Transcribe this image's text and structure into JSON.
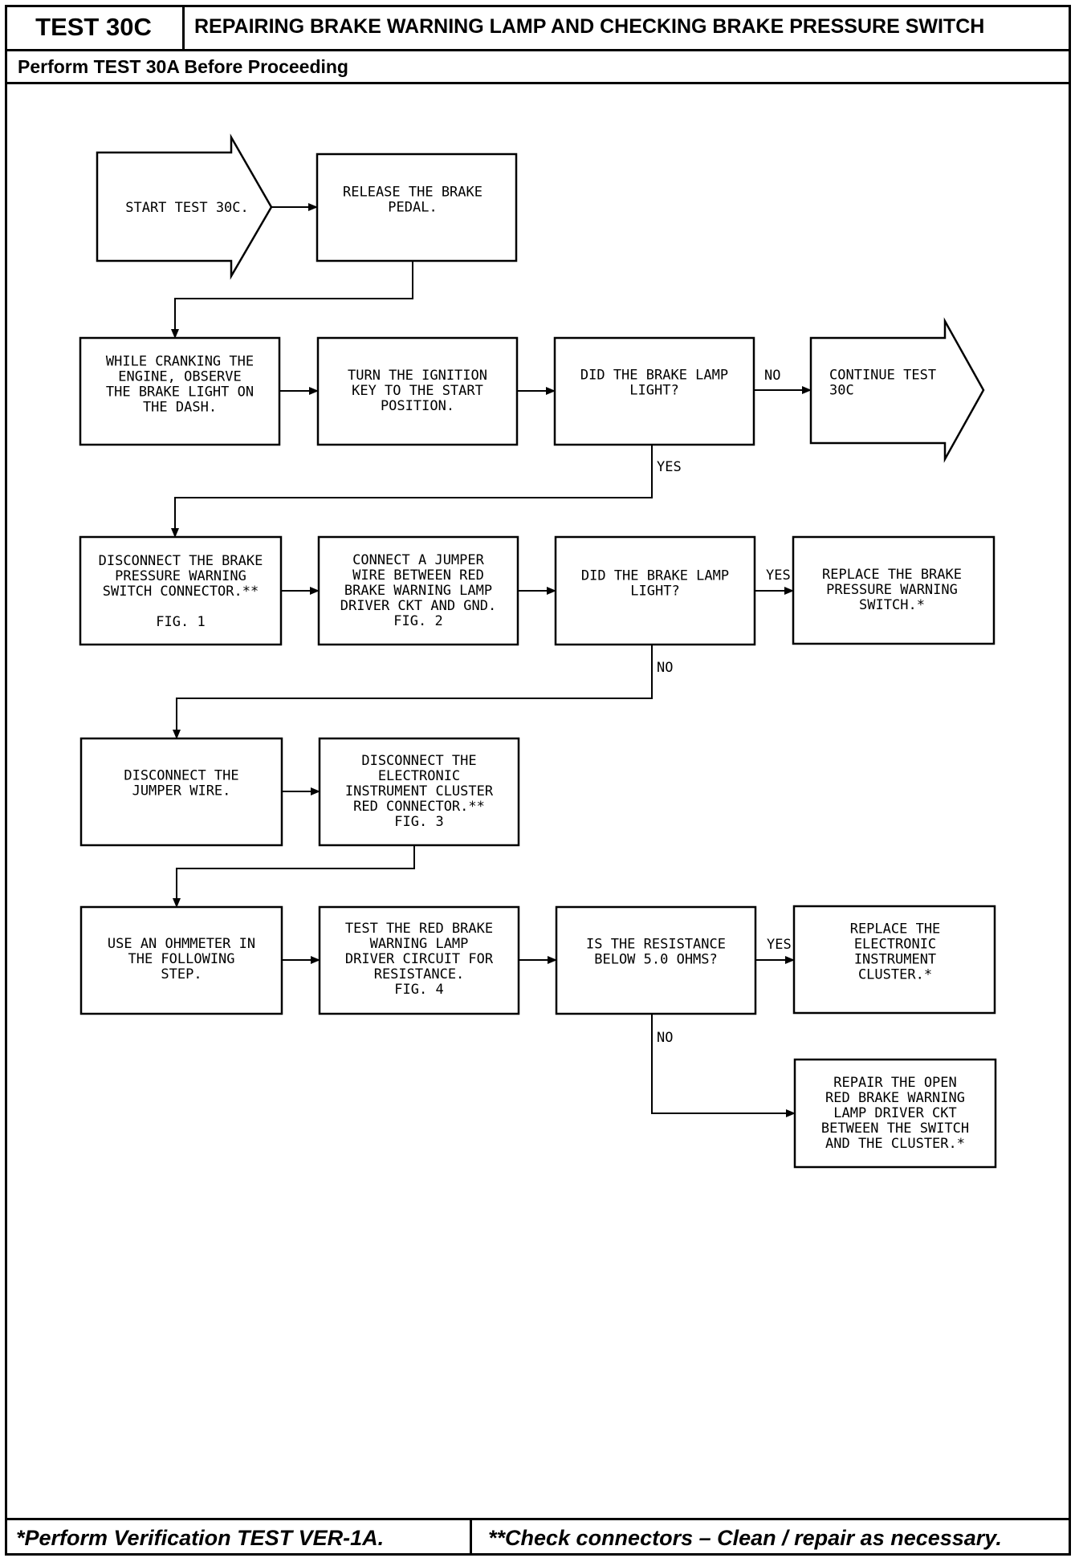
{
  "header": {
    "test_id": "TEST 30C",
    "title": "REPAIRING BRAKE WARNING LAMP AND CHECKING BRAKE PRESSURE SWITCH",
    "prerequisite": "Perform TEST 30A Before Proceeding"
  },
  "flowchart": {
    "nodes": {
      "start": [
        "START TEST 30C."
      ],
      "release": [
        "RELEASE THE BRAKE",
        "PEDAL."
      ],
      "crank": [
        "WHILE CRANKING THE",
        "ENGINE, OBSERVE",
        "THE BRAKE LIGHT ON",
        "THE DASH."
      ],
      "ignition": [
        "TURN THE IGNITION",
        "KEY TO THE START",
        "POSITION."
      ],
      "decision1": [
        "DID THE BRAKE LAMP",
        "LIGHT?"
      ],
      "continue": [
        "CONTINUE TEST",
        "30C"
      ],
      "disconnect_switch": [
        "DISCONNECT THE BRAKE",
        "PRESSURE WARNING",
        "SWITCH CONNECTOR.**",
        "",
        "FIG. 1"
      ],
      "jumper": [
        "CONNECT A JUMPER",
        "WIRE BETWEEN RED",
        "BRAKE WARNING LAMP",
        "DRIVER CKT AND GND.",
        "FIG. 2"
      ],
      "decision2": [
        "DID THE BRAKE LAMP",
        "LIGHT?"
      ],
      "replace_switch": [
        "REPLACE THE BRAKE",
        "PRESSURE WARNING",
        "SWITCH.*"
      ],
      "disconnect_jumper": [
        "DISCONNECT THE",
        "JUMPER WIRE."
      ],
      "disconnect_cluster": [
        "DISCONNECT THE",
        "ELECTRONIC",
        "INSTRUMENT CLUSTER",
        "RED CONNECTOR.**",
        "FIG. 3"
      ],
      "ohmmeter": [
        "USE AN OHMMETER IN",
        "THE FOLLOWING",
        "STEP."
      ],
      "test_circuit": [
        "TEST THE RED BRAKE",
        "WARNING LAMP",
        "DRIVER CIRCUIT FOR",
        "RESISTANCE.",
        "FIG. 4"
      ],
      "decision3": [
        "IS THE RESISTANCE",
        "BELOW 5.0 OHMS?"
      ],
      "replace_cluster": [
        "REPLACE THE",
        "ELECTRONIC",
        "INSTRUMENT",
        "CLUSTER.*"
      ],
      "repair_circuit": [
        "REPAIR THE OPEN",
        "RED BRAKE WARNING",
        "LAMP DRIVER CKT",
        "BETWEEN THE SWITCH",
        "AND THE CLUSTER.*"
      ]
    },
    "branch_labels": {
      "d1_no": "NO",
      "d1_yes": "YES",
      "d2_yes": "YES",
      "d2_no": "NO",
      "d3_yes": "YES",
      "d3_no": "NO"
    }
  },
  "footer": {
    "left": "*Perform Verification TEST VER-1A.",
    "right": "**Check connectors – Clean / repair as necessary."
  }
}
